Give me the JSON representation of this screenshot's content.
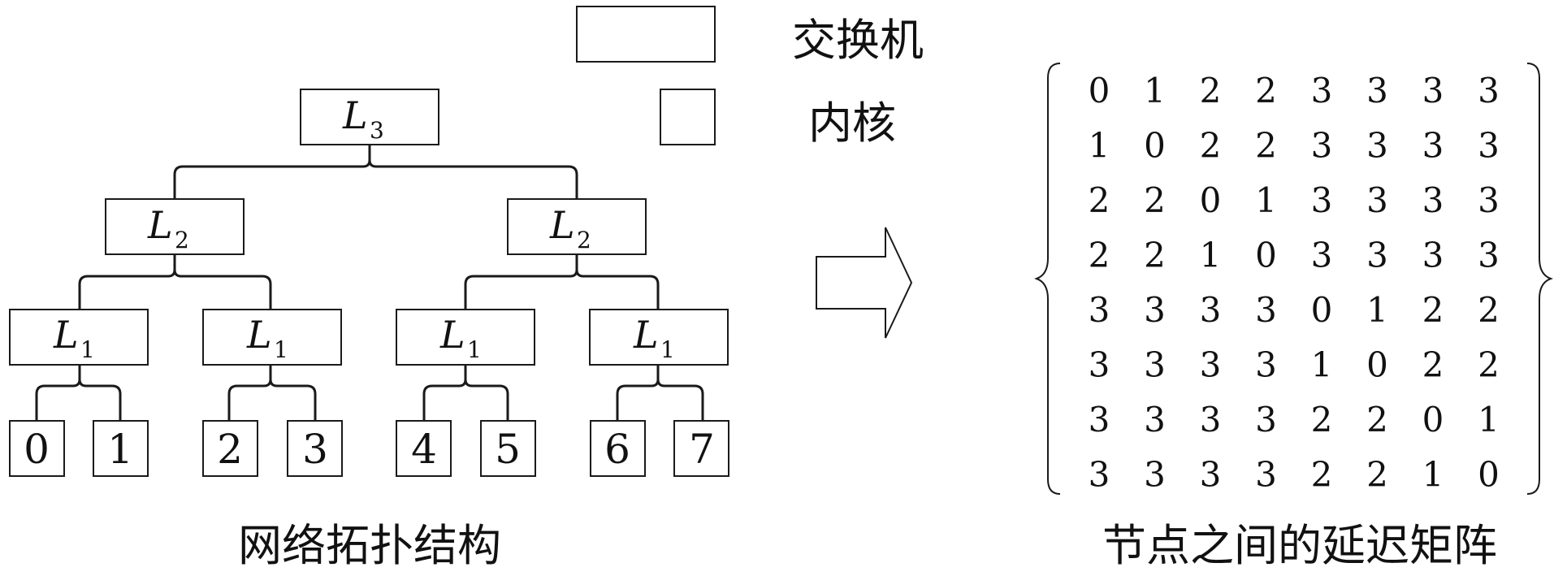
{
  "legend": {
    "switch_label": "交换机",
    "core_label": "内核"
  },
  "topology": {
    "caption": "网络拓扑结构",
    "level_prefix": "L",
    "switches": [
      {
        "level": "3"
      },
      {
        "level": "2"
      },
      {
        "level": "2"
      },
      {
        "level": "1"
      },
      {
        "level": "1"
      },
      {
        "level": "1"
      },
      {
        "level": "1"
      }
    ],
    "cores": [
      "0",
      "1",
      "2",
      "3",
      "4",
      "5",
      "6",
      "7"
    ]
  },
  "matrix": {
    "caption": "节点之间的延迟矩阵",
    "rows": [
      [
        "0",
        "1",
        "2",
        "2",
        "3",
        "3",
        "3",
        "3"
      ],
      [
        "1",
        "0",
        "2",
        "2",
        "3",
        "3",
        "3",
        "3"
      ],
      [
        "2",
        "2",
        "0",
        "1",
        "3",
        "3",
        "3",
        "3"
      ],
      [
        "2",
        "2",
        "1",
        "0",
        "3",
        "3",
        "3",
        "3"
      ],
      [
        "3",
        "3",
        "3",
        "3",
        "0",
        "1",
        "2",
        "2"
      ],
      [
        "3",
        "3",
        "3",
        "3",
        "1",
        "0",
        "2",
        "2"
      ],
      [
        "3",
        "3",
        "3",
        "3",
        "2",
        "2",
        "0",
        "1"
      ],
      [
        "3",
        "3",
        "3",
        "3",
        "2",
        "2",
        "1",
        "0"
      ]
    ]
  }
}
